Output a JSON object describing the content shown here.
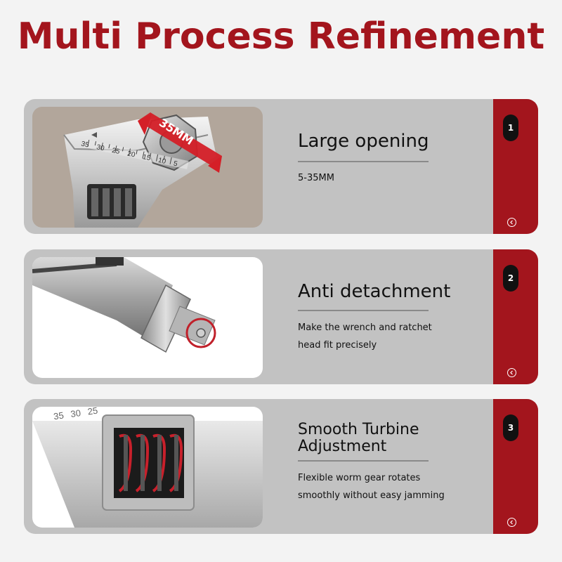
{
  "page": {
    "title": "Multi Process Refinement"
  },
  "features": [
    {
      "number": "1",
      "heading": [
        "Large opening"
      ],
      "description": [
        "5-35MM"
      ],
      "image_label": "35MM",
      "scale_labels": [
        "35",
        "30",
        "25",
        "20",
        "15",
        "10",
        "5"
      ]
    },
    {
      "number": "2",
      "heading": [
        "Anti detachment"
      ],
      "description": [
        "Make the wrench and ratchet",
        "head fit precisely"
      ]
    },
    {
      "number": "3",
      "heading": [
        "Smooth Turbine",
        "Adjustment"
      ],
      "description": [
        "Flexible worm gear rotates",
        "smoothly without easy jamming"
      ],
      "scale_labels": [
        "35",
        "30",
        "25"
      ]
    }
  ],
  "colors": {
    "accent": "#a3151d",
    "card": "#c2c2c2",
    "background": "#f3f3f3",
    "pill": "#111111"
  },
  "icons": {
    "nav": "chevron-left-circle-icon"
  }
}
